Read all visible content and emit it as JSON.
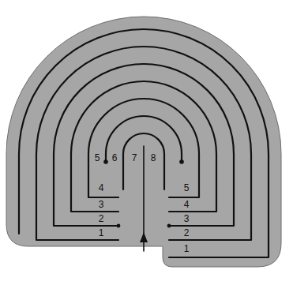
{
  "diagram": {
    "labels": [
      "5",
      "6",
      "7",
      "8",
      "4",
      "5",
      "3",
      "4",
      "2",
      "3",
      "1",
      "2",
      "1"
    ]
  }
}
